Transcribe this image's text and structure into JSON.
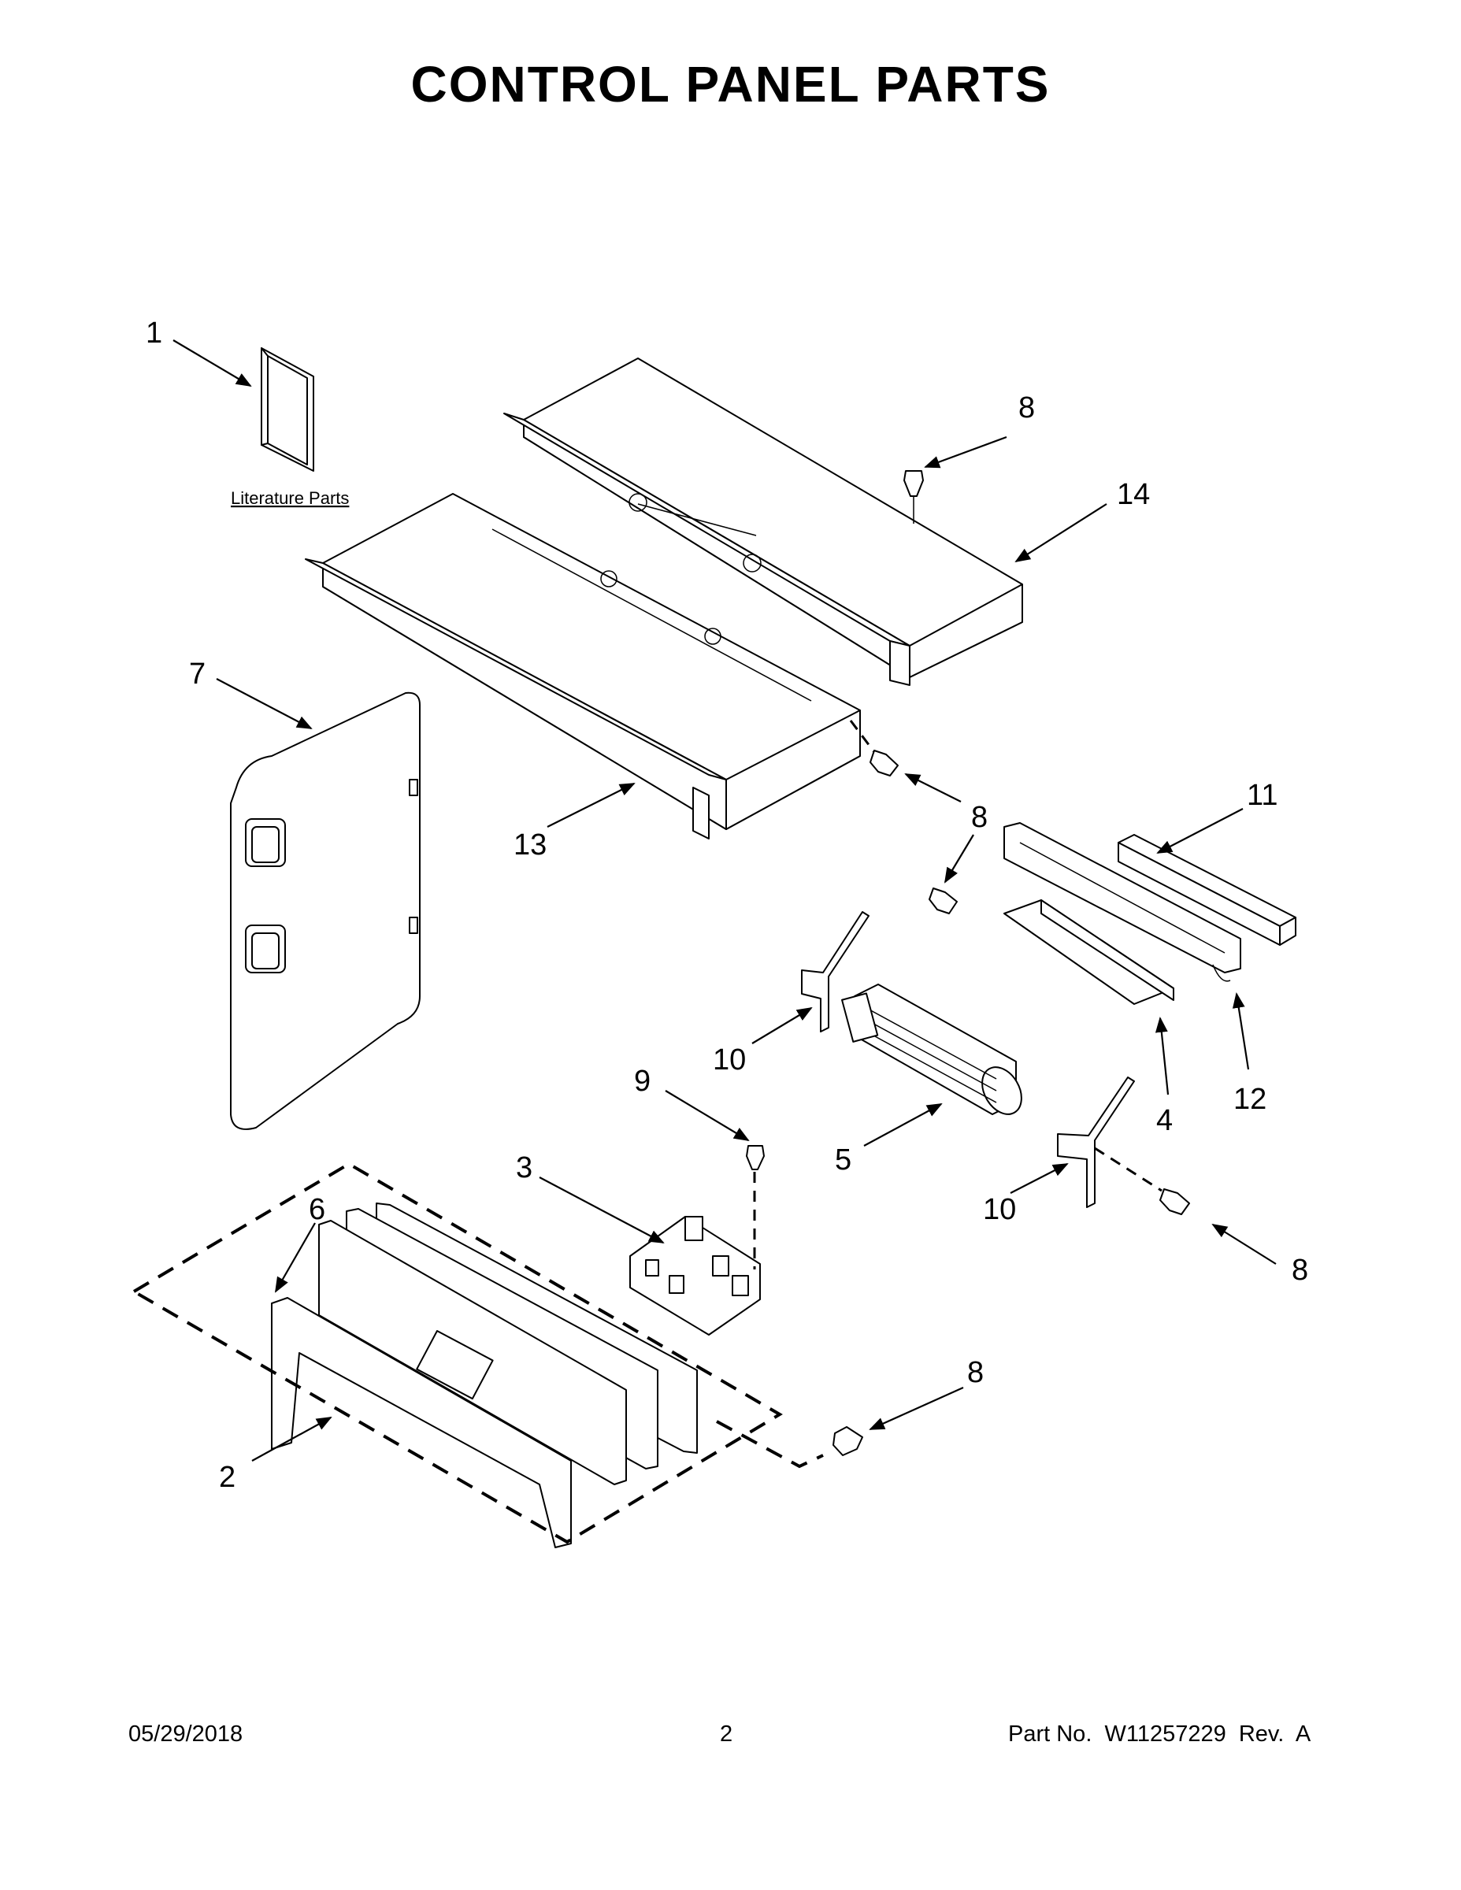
{
  "title": "CONTROL PANEL PARTS",
  "literature_label": "Literature Parts",
  "callouts": {
    "c1": "1",
    "c2": "2",
    "c3": "3",
    "c4": "4",
    "c5": "5",
    "c6": "6",
    "c7": "7",
    "c8a": "8",
    "c8b": "8",
    "c8c": "8",
    "c8d": "8",
    "c9": "9",
    "c10a": "10",
    "c10b": "10",
    "c11": "11",
    "c12": "12",
    "c13": "13",
    "c14": "14"
  },
  "footer": {
    "date": "05/29/2018",
    "page": "2",
    "part_no": "Part No.  W11257229  Rev.  A"
  }
}
